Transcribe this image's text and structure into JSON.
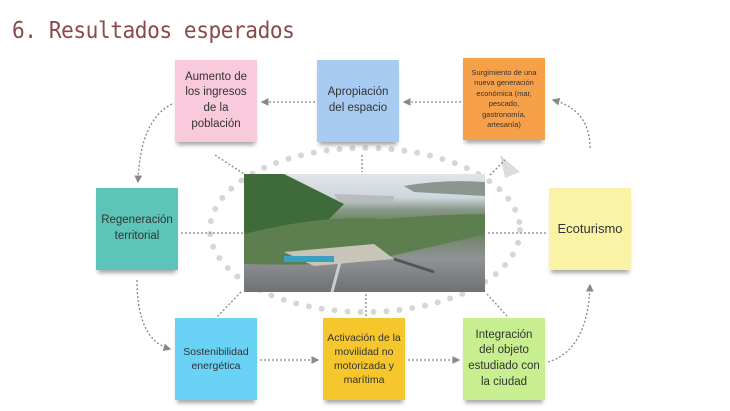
{
  "title": "6. Resultados esperados",
  "notes": {
    "aumento": "Aumento de los ingresos de la población",
    "apropiacion": "Apropiación del espacio",
    "surgimiento": "Surgimiento de una nueva generación económica (mar, pescado, gastronomía, artesanía)",
    "regeneracion": "Regeneración territorial",
    "ecoturismo": "Ecoturismo",
    "sostenibilidad": "Sostenibilidad energética",
    "activacion": "Activación de la movilidad no motorizada y marítima",
    "integracion": "Integración del objeto estudiado con la ciudad"
  },
  "colors": {
    "title": "#8b4a4a",
    "pink": "#f9c9dc",
    "blue": "#a8cbf2",
    "orange": "#f7a04a",
    "teal": "#5cc4b8",
    "paleyellow": "#faf3a6",
    "cyan": "#6ad2f5",
    "yellow": "#f5c72d",
    "green": "#c7ef8f"
  }
}
